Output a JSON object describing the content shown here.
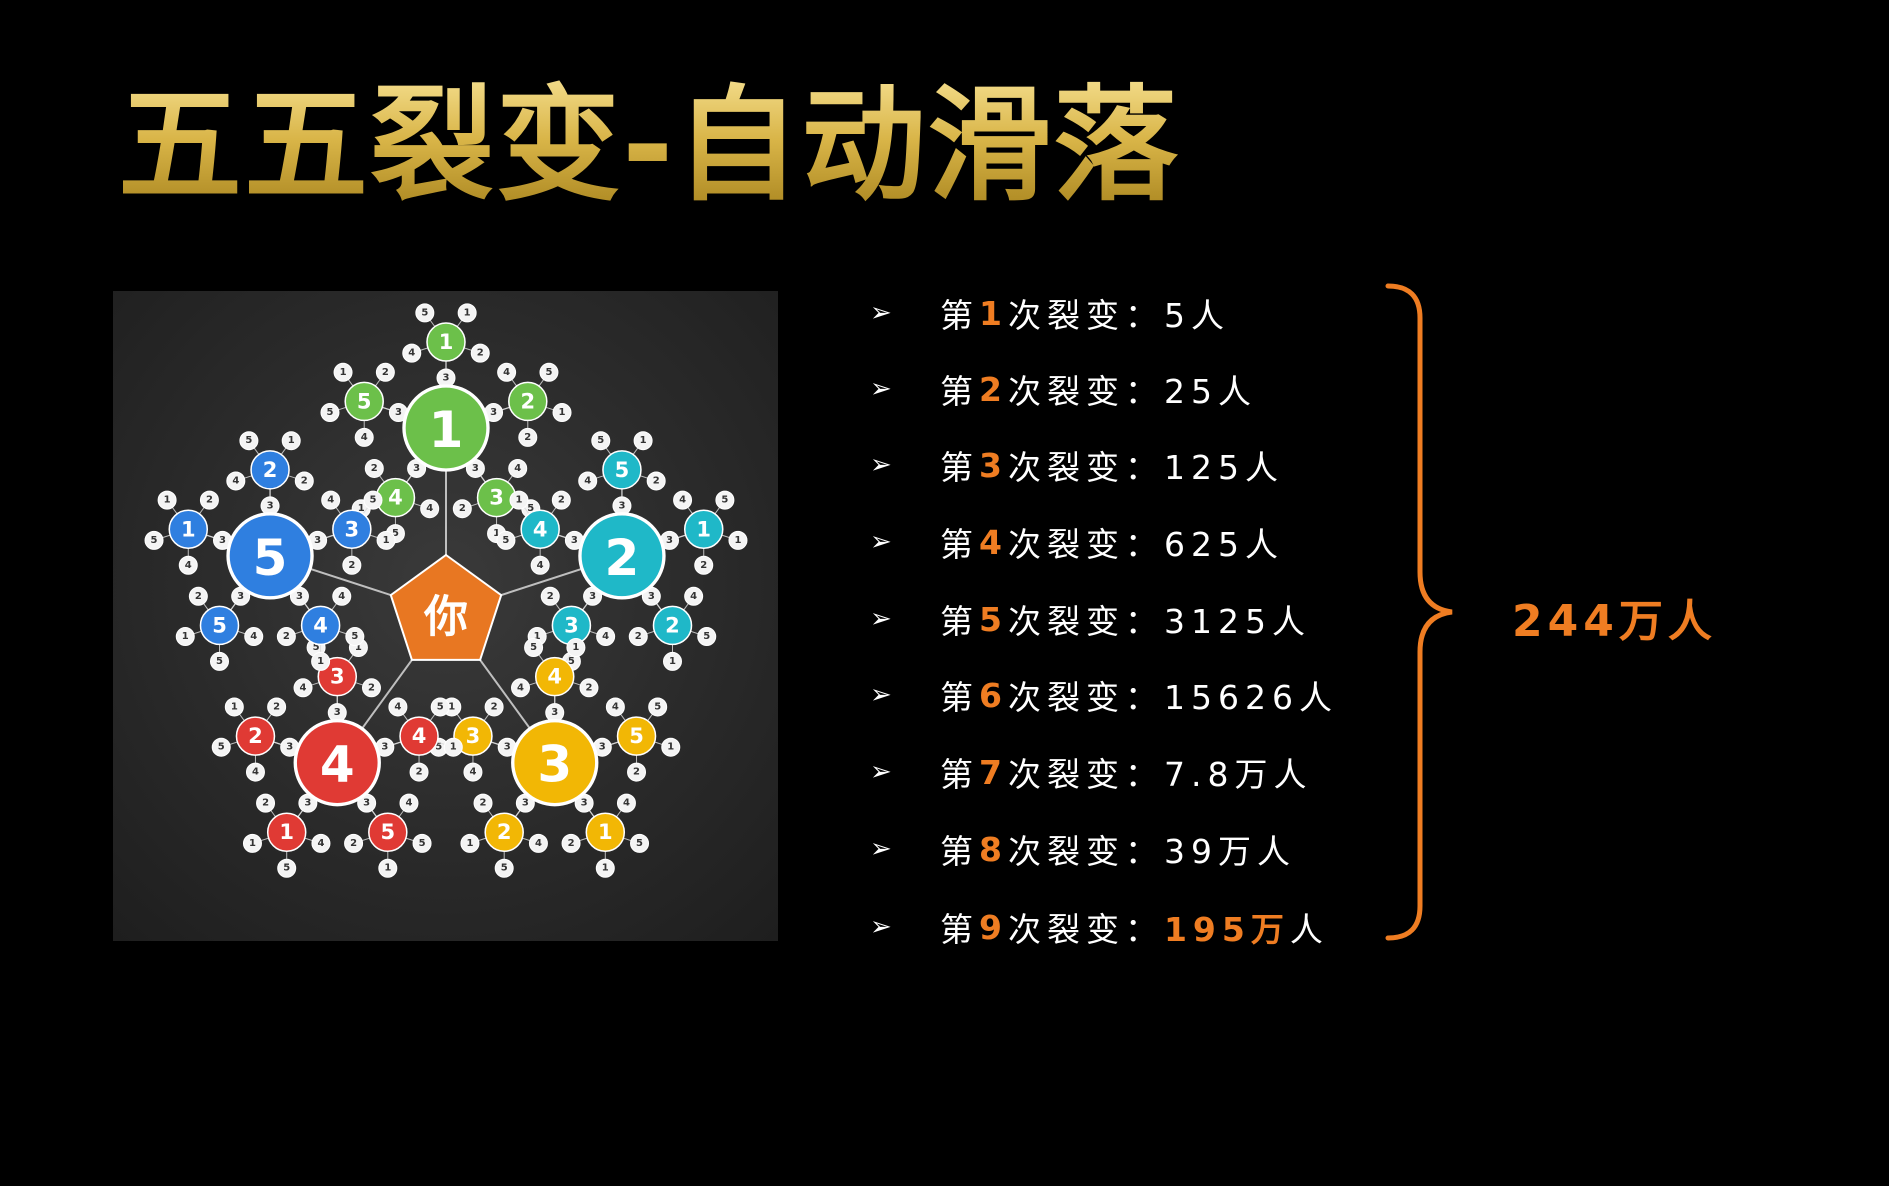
{
  "slide": {
    "title": "五五裂变-自动滑落"
  },
  "diagram": {
    "center_label": "你",
    "center_color": "#e87722",
    "branches": [
      {
        "label": "1",
        "color": "#6cc04a"
      },
      {
        "label": "2",
        "color": "#1fb8c8"
      },
      {
        "label": "3",
        "color": "#f2b705"
      },
      {
        "label": "4",
        "color": "#e03a34"
      },
      {
        "label": "5",
        "color": "#2f7fe0"
      }
    ],
    "leaf_labels": [
      "1",
      "2",
      "3",
      "4",
      "5"
    ]
  },
  "list": {
    "arrow_icon": "➢",
    "items": [
      {
        "prefix": "第",
        "num": "1",
        "middle": "次裂变：",
        "value": "5人",
        "highlight": false
      },
      {
        "prefix": "第",
        "num": "2",
        "middle": "次裂变：",
        "value": "25人",
        "highlight": false
      },
      {
        "prefix": "第",
        "num": "3",
        "middle": "次裂变：",
        "value": "125人",
        "highlight": false
      },
      {
        "prefix": "第",
        "num": "4",
        "middle": "次裂变：",
        "value": "625人",
        "highlight": false
      },
      {
        "prefix": "第",
        "num": "5",
        "middle": "次裂变：",
        "value": "3125人",
        "highlight": false
      },
      {
        "prefix": "第",
        "num": "6",
        "middle": "次裂变：",
        "value": "15626人",
        "highlight": false
      },
      {
        "prefix": "第",
        "num": "7",
        "middle": "次裂变：",
        "value": "7.8万人",
        "highlight": false
      },
      {
        "prefix": "第",
        "num": "8",
        "middle": "次裂变：",
        "value": "39万人",
        "highlight": false
      },
      {
        "prefix": "第",
        "num": "9",
        "middle": "次裂变：",
        "value_hl": "195万",
        "value_tail": "人",
        "highlight": true
      }
    ]
  },
  "summary": {
    "total": "244万人",
    "accent_color": "#ef7d22"
  }
}
